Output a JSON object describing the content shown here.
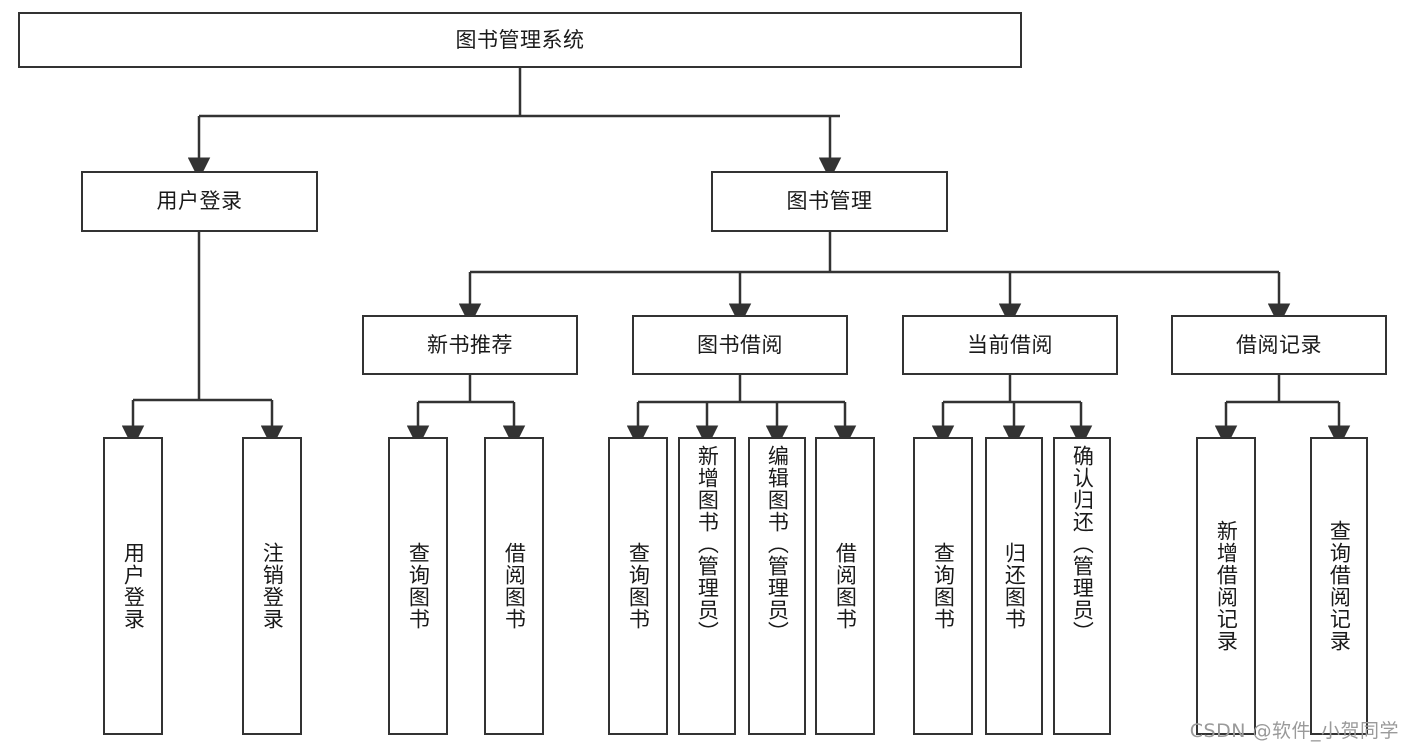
{
  "diagram": {
    "title": "图书管理系统",
    "type": "tree-hierarchy",
    "watermark": "CSDN @软件_小贺同学",
    "colors": {
      "box_border": "#333333",
      "box_fill": "#ffffff",
      "connector": "#333333",
      "text": "#1a1a1a",
      "watermark": "#9a9a9a"
    },
    "nodes": {
      "root": "图书管理系统",
      "level2": [
        "用户登录",
        "图书管理"
      ],
      "level3": [
        "新书推荐",
        "图书借阅",
        "当前借阅",
        "借阅记录"
      ],
      "leaves": {
        "user_login": [
          "用户登录",
          "注销登录"
        ],
        "new_book_recommend": [
          "查询图书",
          "借阅图书"
        ],
        "book_borrow": [
          "查询图书",
          "新增图书（管理员）",
          "编辑图书（管理员）",
          "借阅图书"
        ],
        "current_borrow": [
          "查询图书",
          "归还图书",
          "确认归还（管理员）"
        ],
        "borrow_record": [
          "新增借阅记录",
          "查询借阅记录"
        ]
      }
    }
  }
}
